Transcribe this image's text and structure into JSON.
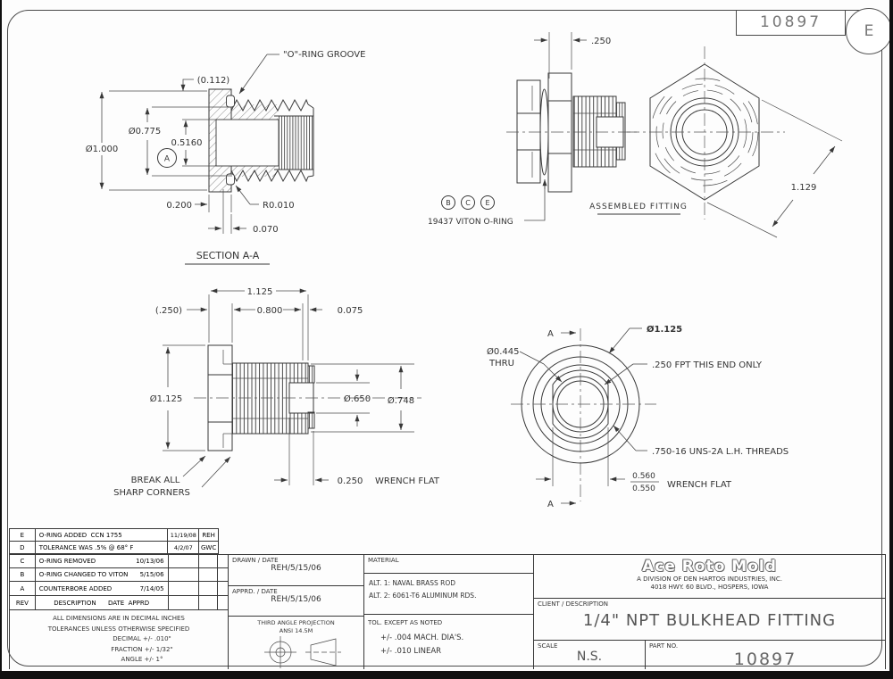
{
  "header": {
    "drawing_number": "10897",
    "revision": "E"
  },
  "section_view": {
    "oring_groove_label": "\"O\"-RING GROOVE",
    "dim_groove_ref": "(0.112)",
    "dia_flange": "Ø1.000",
    "dia_thread": "Ø0.775",
    "dim_bore": "0.5160",
    "datum": "A",
    "dim_flange_thk": "0.200",
    "fillet": "R0.010",
    "dim_lip": "0.070",
    "title": "SECTION A-A"
  },
  "assembled_view": {
    "dim_flange": ".250",
    "balloons": [
      "B",
      "C",
      "E"
    ],
    "oring_label": "19437 VITON O-RING",
    "title": "ASSEMBLED FITTING",
    "dim_hex": "1.129"
  },
  "side_view": {
    "dim_overall": "1.125",
    "dim_flange_ref": "(.250)",
    "dim_thread_len": "0.800",
    "dim_relief": "0.075",
    "dia_flange": "Ø1.125",
    "dia_wrench": "Ø.650",
    "dia_thread": "Ø.748",
    "note_line1": "BREAK ALL",
    "note_line2": "SHARP CORNERS",
    "dim_wrench_len": "0.250",
    "wrench_label": "WRENCH FLAT"
  },
  "front_view": {
    "dia_flange": "Ø1.125",
    "dia_bore": "Ø0.445",
    "bore_note": "THRU",
    "fpt_note": ".250 FPT THIS END ONLY",
    "thread_note": ".750-16 UNS-2A L.H. THREADS",
    "wrench_upper": "0.560",
    "wrench_lower": "0.550",
    "wrench_label": "WRENCH FLAT",
    "section_marker": "A"
  },
  "title_block": {
    "revisions": [
      {
        "rev": "E",
        "description": "O-RING ADDED  CCN 1755",
        "inline_date": "",
        "date": "11/19/08",
        "approved": "REH"
      },
      {
        "rev": "D",
        "description": "TOLERANCE WAS .5% @ 68° F",
        "inline_date": "",
        "date": "4/2/07",
        "approved": "GWC"
      },
      {
        "rev": "C",
        "description": "O-RING REMOVED",
        "inline_date": "10/13/06",
        "date": "",
        "approved": ""
      },
      {
        "rev": "B",
        "description": "O-RING CHANGED TO VITON",
        "inline_date": "5/15/06",
        "date": "",
        "approved": ""
      },
      {
        "rev": "A",
        "description": "COUNTERBORE ADDED",
        "inline_date": "7/14/05",
        "date": "",
        "approved": ""
      },
      {
        "rev": "REV",
        "description": "DESCRIPTION      DATE  APPRD",
        "inline_date": "",
        "date": "",
        "approved": ""
      }
    ],
    "general_notes": {
      "line1": "ALL DIMENSIONS ARE IN DECIMAL INCHES",
      "line2": "TOLERANCES UNLESS OTHERWISE SPECIFIED",
      "line3": "DECIMAL +/- .010\"",
      "line4": "FRACTION +/- 1/32\"",
      "line5": "ANGLE +/- 1°"
    },
    "drawn": {
      "label": "DRAWN / DATE",
      "value": "REH/5/15/06"
    },
    "approved": {
      "label": "APPRD. / DATE",
      "value": "REH/5/15/06"
    },
    "projection": {
      "line1": "THIRD ANGLE PROJECTION",
      "line2": "ANSI 14.5M"
    },
    "material": {
      "label": "MATERIAL",
      "alt1": "ALT. 1: NAVAL BRASS ROD",
      "alt2": "ALT. 2: 6061-T6 ALUMINUM RDS."
    },
    "tolerance": {
      "label": "TOL. EXCEPT AS NOTED",
      "note1": "+/- .004 MACH. DIA'S.",
      "note2": "+/- .010 LINEAR"
    },
    "company": {
      "name": "Ace Roto Mold",
      "division": "A DIVISION OF DEN HARTOG INDUSTRIES, INC.",
      "address": "4018 HWY. 60 BLVD., HOSPERS, IOWA"
    },
    "client": {
      "label": "CLIENT / DESCRIPTION",
      "value": "1/4\" NPT BULKHEAD FITTING"
    },
    "scale": {
      "label": "SCALE",
      "value": "N.S."
    },
    "part": {
      "label": "PART NO.",
      "value": "10897"
    }
  }
}
